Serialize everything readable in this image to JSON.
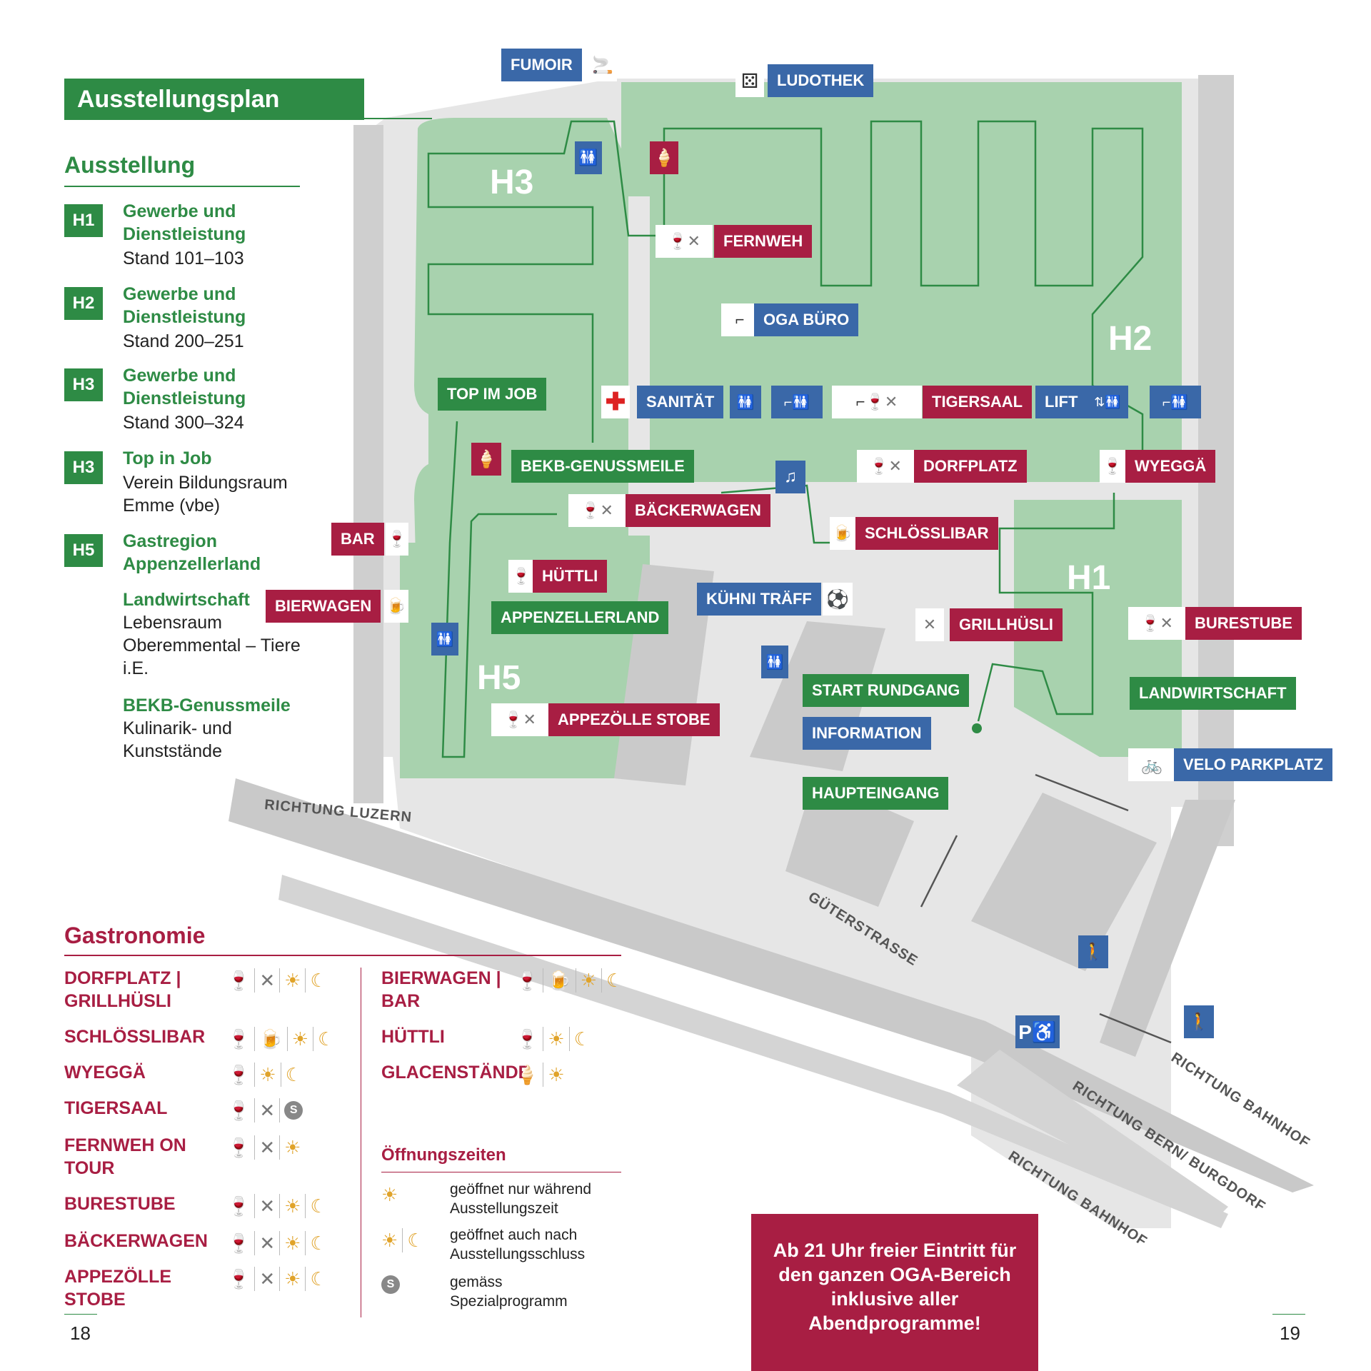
{
  "title": "Ausstellungsplan OGA26",
  "colors": {
    "green": "#2e8b45",
    "red": "#a81e43",
    "blue": "#3a68a8",
    "light_green": "#a8d2ae",
    "grey": "#d2d2d2"
  },
  "legend": {
    "heading": "Ausstellung",
    "items": [
      {
        "badge": "H1",
        "name": "Gewerbe und Dienstleistung",
        "desc": "Stand 101–103"
      },
      {
        "badge": "H2",
        "name": "Gewerbe und Dienstleistung",
        "desc": "Stand 200–251"
      },
      {
        "badge": "H3",
        "name": "Gewerbe und Dienstleistung",
        "desc": "Stand 300–324"
      },
      {
        "badge": "H3",
        "name": "Top in Job",
        "desc": "Verein Bildungsraum Emme (vbe)"
      },
      {
        "badge": "H5",
        "name": "Gastregion Appenzellerland",
        "desc": ""
      },
      {
        "badge": "",
        "name": "Landwirtschaft",
        "desc": "Lebensraum Oberemmental – Tiere i.E."
      },
      {
        "badge": "",
        "name": "BEKB-Genussmeile",
        "desc": "Kulinarik- und Kunststände"
      }
    ]
  },
  "halls": [
    "H3",
    "H2",
    "H1",
    "H5"
  ],
  "map_labels": {
    "fumoir": "FUMOIR",
    "ludothek": "LUDOTHEK",
    "fernweh": "FERNWEH",
    "oga_buero": "OGA BÜRO",
    "top_im_job": "TOP IM JOB",
    "sanitaet": "SANITÄT",
    "tigersaal": "TIGERSAAL",
    "lift": "LIFT",
    "bekb": "BEKB-GENUSSMEILE",
    "dorfplatz": "DORFPLATZ",
    "wyegga": "WYEGGÄ",
    "baeckerwagen": "BÄCKERWAGEN",
    "schloesslibar": "SCHLÖSSLIBAR",
    "bar": "BAR",
    "huettli": "HÜTTLI",
    "bierwagen": "BIERWAGEN",
    "kuehni": "KÜHNI TRÄFF",
    "appenzellerland": "APPENZELLERLAND",
    "grillhuesli": "GRILLHÜSLI",
    "burestube": "BURESTUBE",
    "start_rundgang": "START RUNDGANG",
    "landwirtschaft": "LANDWIRTSCHAFT",
    "information": "INFORMATION",
    "appezoelle": "APPEZÖLLE STOBE",
    "velo": "VELO PARKPLATZ",
    "haupteingang": "HAUPTEINGANG"
  },
  "streets": {
    "luzern": "RICHTUNG LUZERN",
    "gueterstrasse": "GÜTERSTRASSE",
    "bern": "RICHTUNG BERN/ BURGDORF",
    "bahnhof1": "RICHTUNG BAHNHOF",
    "bahnhof2": "RICHTUNG BAHNHOF"
  },
  "gastronomie": {
    "heading": "Gastronomie",
    "left": [
      {
        "name": "DORFPLATZ | GRILLHÜSLI",
        "icons": [
          "wine",
          "cutlery",
          "sun",
          "moon"
        ]
      },
      {
        "name": "SCHLÖSSLIBAR",
        "icons": [
          "wine",
          "beer",
          "sun",
          "moon"
        ]
      },
      {
        "name": "WYEGGÄ",
        "icons": [
          "wine",
          "sun",
          "moon"
        ]
      },
      {
        "name": "TIGERSAAL",
        "icons": [
          "wine",
          "cutlery",
          "s"
        ]
      },
      {
        "name": "FERNWEH ON TOUR",
        "icons": [
          "wine",
          "cutlery",
          "sun"
        ]
      },
      {
        "name": "BURESTUBE",
        "icons": [
          "wine",
          "cutlery",
          "sun",
          "moon"
        ]
      },
      {
        "name": "BÄCKERWAGEN",
        "icons": [
          "wine",
          "cutlery",
          "sun",
          "moon"
        ]
      },
      {
        "name": "APPEZÖLLE STOBE",
        "icons": [
          "wine",
          "cutlery",
          "sun",
          "moon"
        ]
      }
    ],
    "right": [
      {
        "name": "BIERWAGEN | BAR",
        "icons": [
          "wine",
          "beer",
          "sun",
          "moon"
        ]
      },
      {
        "name": "HÜTTLI",
        "icons": [
          "wine",
          "sun",
          "moon"
        ]
      },
      {
        "name": "GLACENSTÄNDE",
        "icons": [
          "icecream",
          "sun"
        ]
      }
    ]
  },
  "hours": {
    "heading": "Öffnungszeiten",
    "items": [
      {
        "icons": [
          "sun"
        ],
        "text": "geöffnet nur während Ausstellungszeit"
      },
      {
        "icons": [
          "sun",
          "moon"
        ],
        "text": "geöffnet auch nach Ausstellungsschluss"
      },
      {
        "icons": [
          "s"
        ],
        "text": "gemäss Spezialprogramm"
      }
    ],
    "s_letter": "S"
  },
  "notice": "Ab 21 Uhr freier Eintritt für den ganzen OGA-Bereich inklusive aller Abendprogramme!",
  "page_left": "18",
  "page_right": "19"
}
